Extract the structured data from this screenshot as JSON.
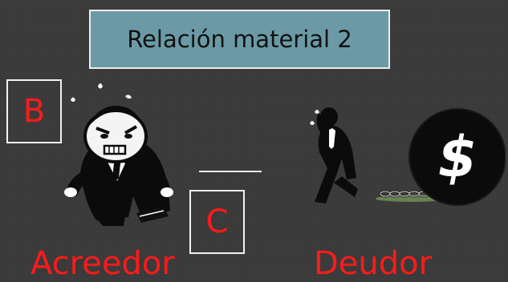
{
  "slide": {
    "title": "Relación material 2",
    "box_b_label": "B",
    "box_c_label": "C",
    "creditor_label": "Acreedor",
    "debtor_label": "Deudor",
    "ball_symbol": "$"
  },
  "colors": {
    "background": "#3a3a3a",
    "title_fill": "#6b9aa6",
    "label_red": "#ff1a1a",
    "border_white": "#eeeeee"
  },
  "icons": {
    "creditor": "angry-businessman-clipart",
    "debtor": "chained-prisoner-ball-clipart"
  }
}
